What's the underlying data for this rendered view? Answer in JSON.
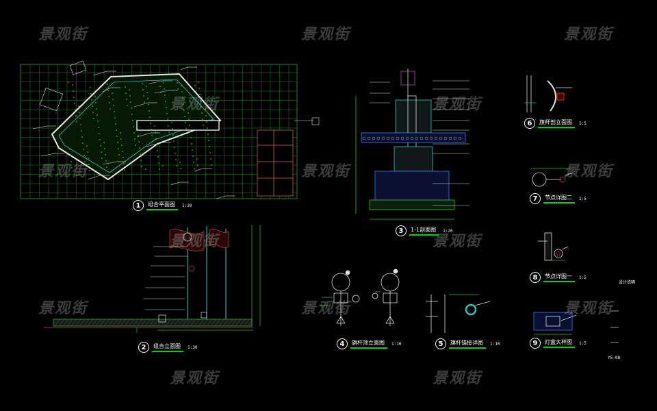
{
  "watermark": "景观街",
  "drawings": [
    {
      "id": "1",
      "title": "组合平面图",
      "scale": "1:30"
    },
    {
      "id": "2",
      "title": "组合立面图",
      "scale": "1:30"
    },
    {
      "id": "3",
      "title": "1-1剖面图",
      "scale": "1:20"
    },
    {
      "id": "4",
      "title": "旗杆顶立面图",
      "scale": "1:10"
    },
    {
      "id": "5",
      "title": "旗杆锚接详图",
      "scale": "1:10"
    },
    {
      "id": "6",
      "title": "旗杆剖立面图",
      "scale": "1:5"
    },
    {
      "id": "7",
      "title": "节点详图二",
      "scale": "1:5"
    },
    {
      "id": "8",
      "title": "节点详图一",
      "scale": "1:5"
    },
    {
      "id": "9",
      "title": "灯盒大样图",
      "scale": "1:5"
    }
  ],
  "notes": {
    "side_label": "设计说明",
    "sheet_code": "YS-08"
  },
  "colors": {
    "background": "#000000",
    "line": "#00d800",
    "accent": "#00e0e0",
    "highlight": "#ff3333"
  }
}
